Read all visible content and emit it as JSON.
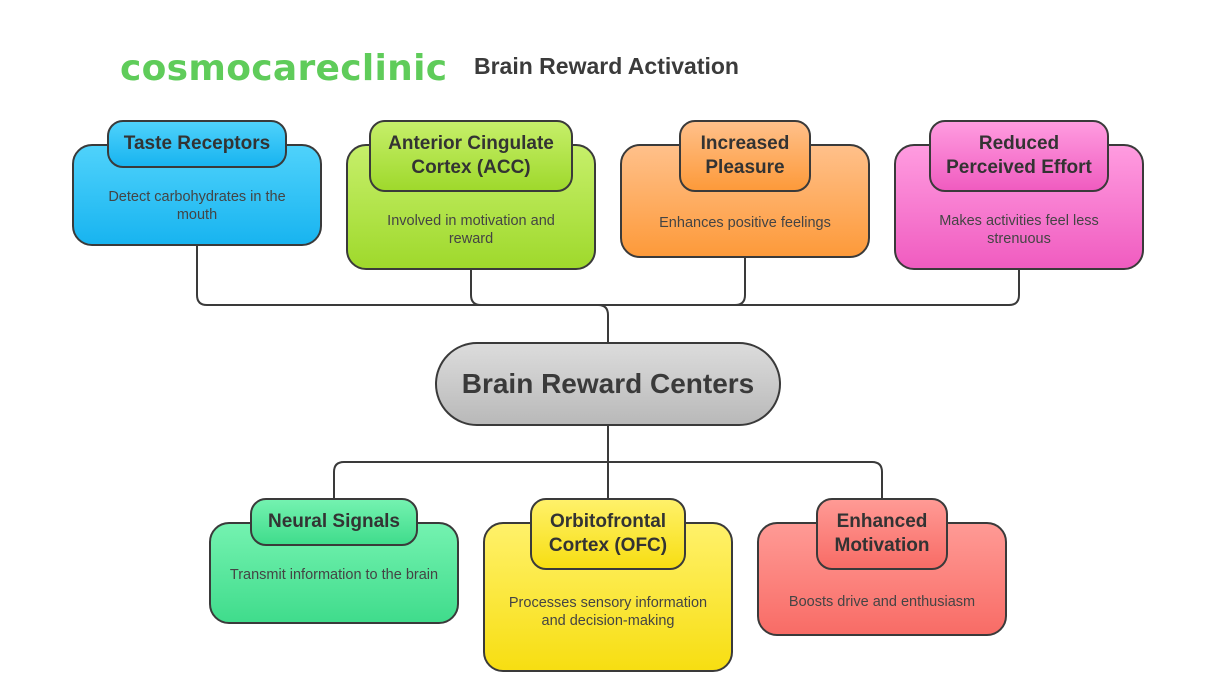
{
  "header": {
    "brand": "cosmocareclinic",
    "title": "Brain Reward Activation"
  },
  "center": {
    "label": "Brain Reward Centers",
    "color": "#c8c8c8"
  },
  "top_nodes": [
    {
      "title": "Taste Receptors",
      "description": "Detect carbohydrates in the mouth",
      "color": "#2ec2f6"
    },
    {
      "title": "Anterior Cingulate Cortex (ACC)",
      "description": "Involved in motivation and reward",
      "color": "#b4e54a"
    },
    {
      "title": "Increased Pleasure",
      "description": "Enhances positive feelings",
      "color": "#feac5f"
    },
    {
      "title": "Reduced Perceived Effort",
      "description": "Makes activities feel less strenuous",
      "color": "#f87ccf"
    }
  ],
  "bottom_nodes": [
    {
      "title": "Neural Signals",
      "description": "Transmit information to the brain",
      "color": "#5ae79d"
    },
    {
      "title": "Orbitofrontal Cortex (OFC)",
      "description": "Processes sensory information and decision-making",
      "color": "#fbe83f"
    },
    {
      "title": "Enhanced Motivation",
      "description": "Boosts drive and enthusiasm",
      "color": "#fb817c"
    }
  ]
}
